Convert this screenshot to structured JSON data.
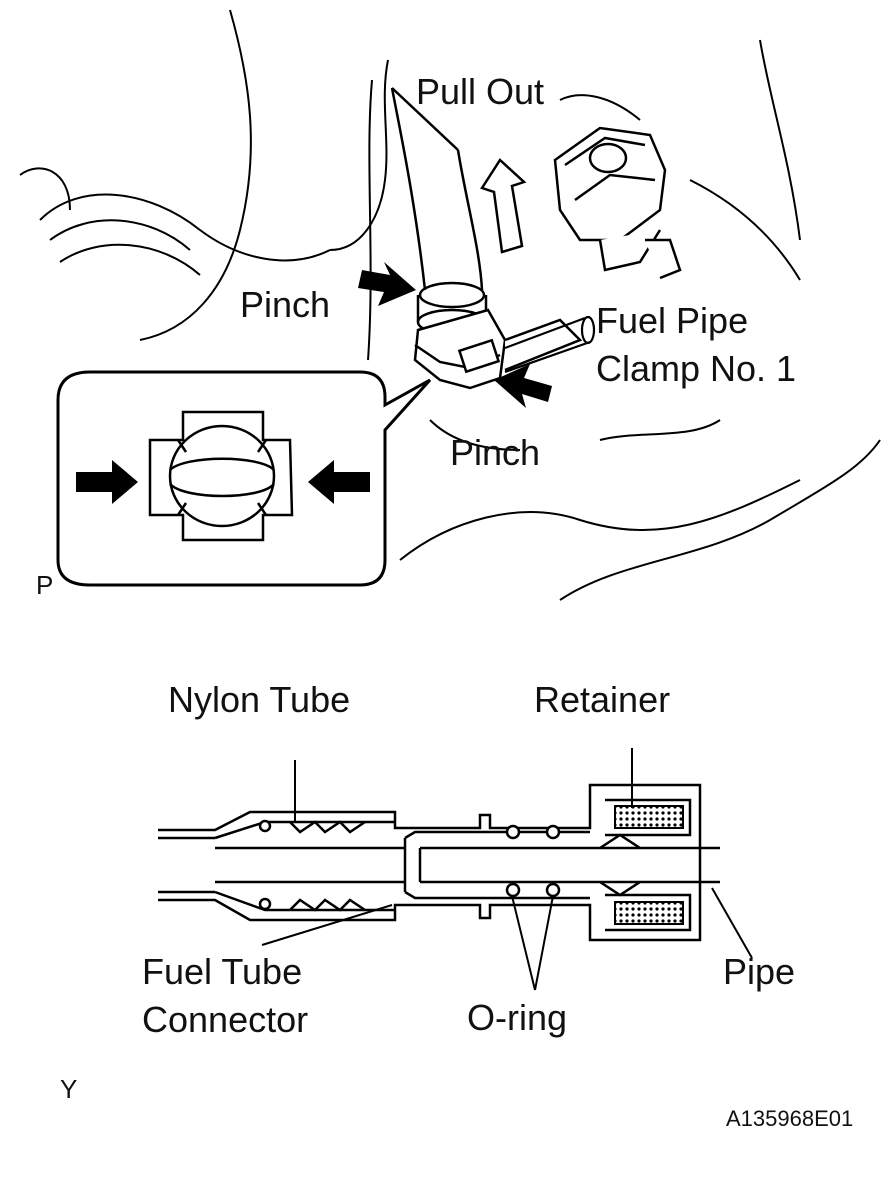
{
  "top_view": {
    "label_pull_out": "Pull Out",
    "label_pinch_upper": "Pinch",
    "label_pinch_lower": "Pinch",
    "label_clamp_line1": "Fuel Pipe",
    "label_clamp_line2": "Clamp No. 1",
    "marker": "P"
  },
  "cross_section": {
    "label_nylon_tube": "Nylon Tube",
    "label_retainer": "Retainer",
    "label_connector_line1": "Fuel Tube",
    "label_connector_line2": "Connector",
    "label_o_ring": "O-ring",
    "label_pipe": "Pipe",
    "marker": "Y"
  },
  "figure_code": "A135968E01"
}
